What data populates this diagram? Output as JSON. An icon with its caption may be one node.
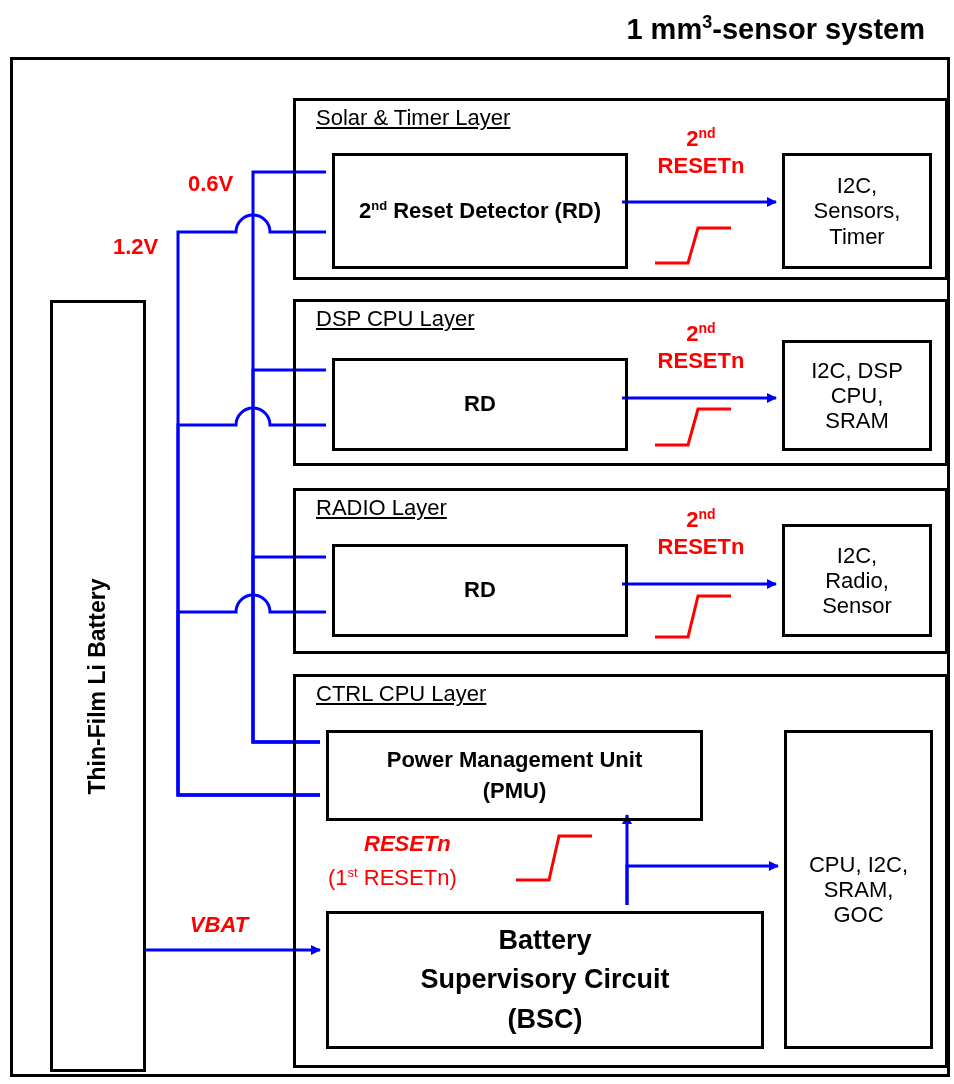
{
  "diagram": {
    "nodes": [
      {
        "text": [
          "1 mm$^{3}$-sensor system"
        ]
      },
      {
        "text": [
          "Thin-Film Li Battery"
        ],
        "in": 0
      },
      {
        "text": [
          "Solar & Timer  Layer"
        ],
        "in": 0
      },
      {
        "text": [
          "2$^{nd}$ Reset Detector (RD)"
        ],
        "in": 2
      },
      {
        "text": [
          "I2C, Sensors, Timer"
        ],
        "in": 2
      },
      {
        "text": [
          "DSP CPU Layer"
        ],
        "in": 0
      },
      {
        "text": [
          "RD"
        ],
        "in": 5
      },
      {
        "text": [
          "I2C, DSP CPU, SRAM"
        ],
        "in": 5
      },
      {
        "text": [
          "RADIO Layer"
        ],
        "in": 0
      },
      {
        "text": [
          "RD"
        ],
        "in": 8
      },
      {
        "text": [
          "I2C, Radio, Sensor"
        ],
        "in": 8
      },
      {
        "text": [
          "CTRL CPU Layer"
        ],
        "in": 0
      },
      {
        "text": [
          "Power Management Unit (PMU)"
        ],
        "in": 11
      },
      {
        "text": [
          "CPU, I2C, SRAM, GOC"
        ],
        "in": 11
      },
      {
        "text": [
          "Battery Supervisory Circuit (BSC)"
        ],
        "in": 11
      }
    ],
    "edges": [
      {
        "from": 3,
        "to": 4,
        "arrow": "to",
        "label": "2$^{nd}$ RESETn"
      },
      {
        "from": 6,
        "to": 7,
        "arrow": "to",
        "label": "2$^{nd}$ RESETn"
      },
      {
        "from": 9,
        "to": 10,
        "arrow": "to",
        "label": "2$^{nd}$ RESETn"
      },
      {
        "from": 12,
        "to": 3,
        "arrow": "none"
      },
      {
        "from": 12,
        "to": 3,
        "arrow": "none"
      },
      {
        "from": 12,
        "to": 6,
        "arrow": "none"
      },
      {
        "from": 12,
        "to": 6,
        "arrow": "none"
      },
      {
        "from": 12,
        "to": 9,
        "arrow": "none"
      },
      {
        "from": 12,
        "to": 9,
        "arrow": "none"
      },
      {
        "from": 14,
        "to": 12,
        "arrow": "to"
      },
      {
        "from": 14,
        "to": 13,
        "arrow": "to"
      },
      {
        "from": 1,
        "to": 14,
        "arrow": "to",
        "label": "VBAT"
      }
    ],
    "labels": [
      "0.6V",
      "1.2V",
      "RESETn",
      "(1$^{st}$ RESETn)"
    ]
  }
}
